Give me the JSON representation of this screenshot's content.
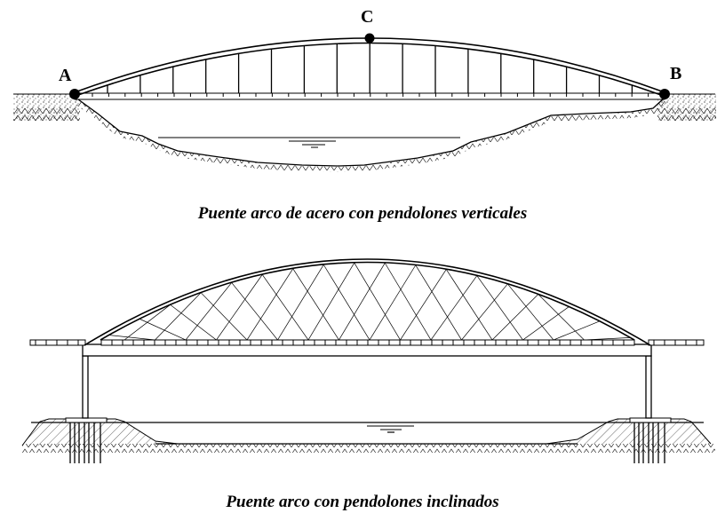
{
  "figures": [
    {
      "id": "vertical-hangers",
      "caption": "Puente arco de acero con pendolones verticales",
      "points": [
        {
          "label": "A",
          "role": "left-support"
        },
        {
          "label": "C",
          "role": "crown"
        },
        {
          "label": "B",
          "role": "right-support"
        }
      ],
      "hanger_type": "vertical"
    },
    {
      "id": "inclined-hangers",
      "caption": "Puente arco con pendolones inclinados",
      "hanger_type": "inclined (network)"
    }
  ],
  "colors": {
    "line": "#000000",
    "background": "#ffffff"
  }
}
